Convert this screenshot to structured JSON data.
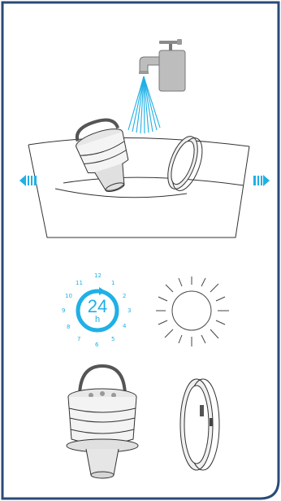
{
  "illustration": {
    "clock": {
      "hours": "24",
      "unit": "h",
      "numbers": [
        "12",
        "1",
        "2",
        "3",
        "4",
        "5",
        "6",
        "7",
        "8",
        "9",
        "10",
        "11"
      ]
    },
    "colors": {
      "accent": "#1fb0e6",
      "border": "#2a4a78",
      "line": "#333333"
    },
    "icons": [
      "water-tap-icon",
      "arrow-left-icon",
      "arrow-right-icon",
      "sun-icon",
      "filter-cup-icon",
      "lid-icon"
    ]
  }
}
